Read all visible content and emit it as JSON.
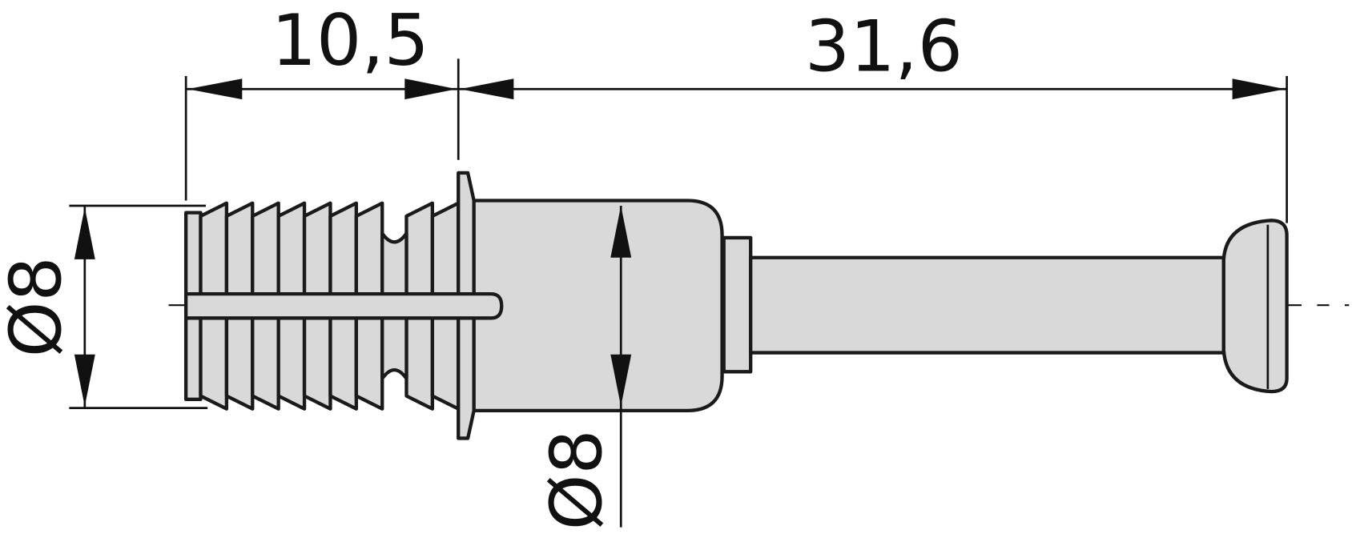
{
  "dimensions": {
    "thread_length": "10,5",
    "shaft_length": "31,6",
    "outer_diameter": "Ø8",
    "body_diameter": "Ø8"
  },
  "colors": {
    "part_fill": "#d9d9d9",
    "line": "#1a1a1a",
    "background": "#ffffff"
  }
}
